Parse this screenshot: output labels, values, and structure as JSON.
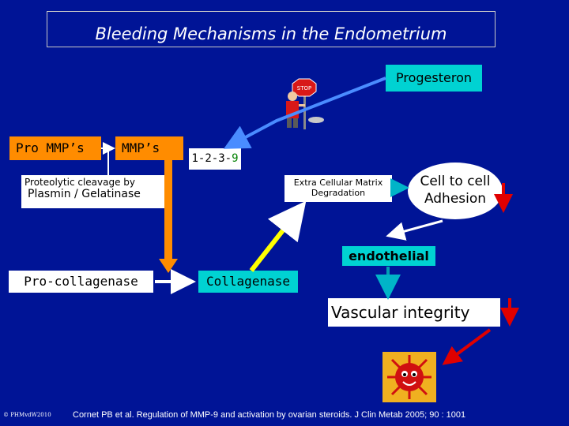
{
  "title": "Bleeding Mechanisms in the Endometrium",
  "progesteron": "Progesteron",
  "pro_mmps": "Pro MMP’s",
  "mmps": "MMP’s",
  "cleavage_line1": "Proteolytic cleavage by",
  "cleavage_line2": "Plasmin / Gelatinase",
  "code_prefix": "1-2-3-",
  "code_suffix": "9",
  "ecm_line1": "Extra Cellular Matrix",
  "ecm_line2": "Degradation",
  "cell_line1": "Cell to cell",
  "cell_line2": "Adhesion",
  "endothelial": "endothelial",
  "pro_collagenase": "Pro-collagenase",
  "collagenase": "Collagenase",
  "vascular": "Vascular integrity",
  "stop_sign": "STOP",
  "copyright": "© PHMvdW2010",
  "citation": "Cornet PB et al. Regulation of MMP-9 and activation by ovarian steroids. J Clin Metab 2005; 90 : 1001",
  "colors": {
    "background": "#001496",
    "cyan": "#00d2d2",
    "orange": "#ff8c00",
    "yellow": "#ffff00",
    "red": "#e00000",
    "teal": "#00a0b4"
  }
}
